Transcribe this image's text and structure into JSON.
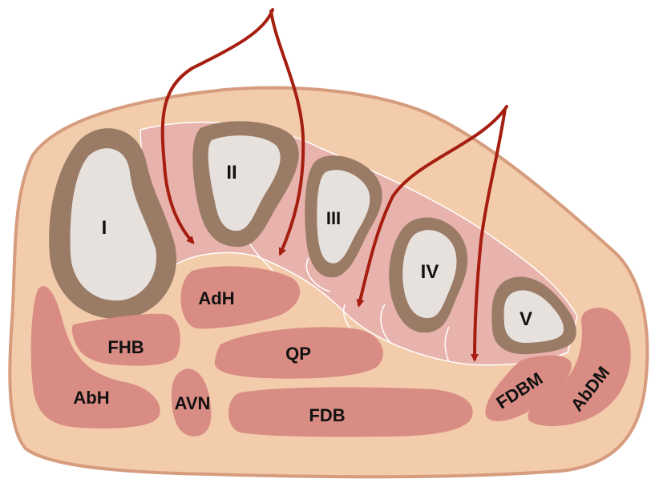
{
  "colors": {
    "skin": "#f3ccab",
    "skin_outline": "#d69c7e",
    "interosseous": "#e8b2ad",
    "muscle": "#d98c84",
    "bone_cortex": "#9a7b66",
    "marrow": "#e7e1de",
    "arrow": "#a51e0f"
  },
  "bones": {
    "i": "I",
    "ii": "II",
    "iii": "III",
    "iv": "IV",
    "v": "V"
  },
  "muscles": {
    "adh": "AdH",
    "fhb": "FHB",
    "qp": "QP",
    "abh": "AbH",
    "avn": "AVN",
    "fdb": "FDB",
    "fdbm": "FDBM",
    "abdm": "AbDM"
  }
}
